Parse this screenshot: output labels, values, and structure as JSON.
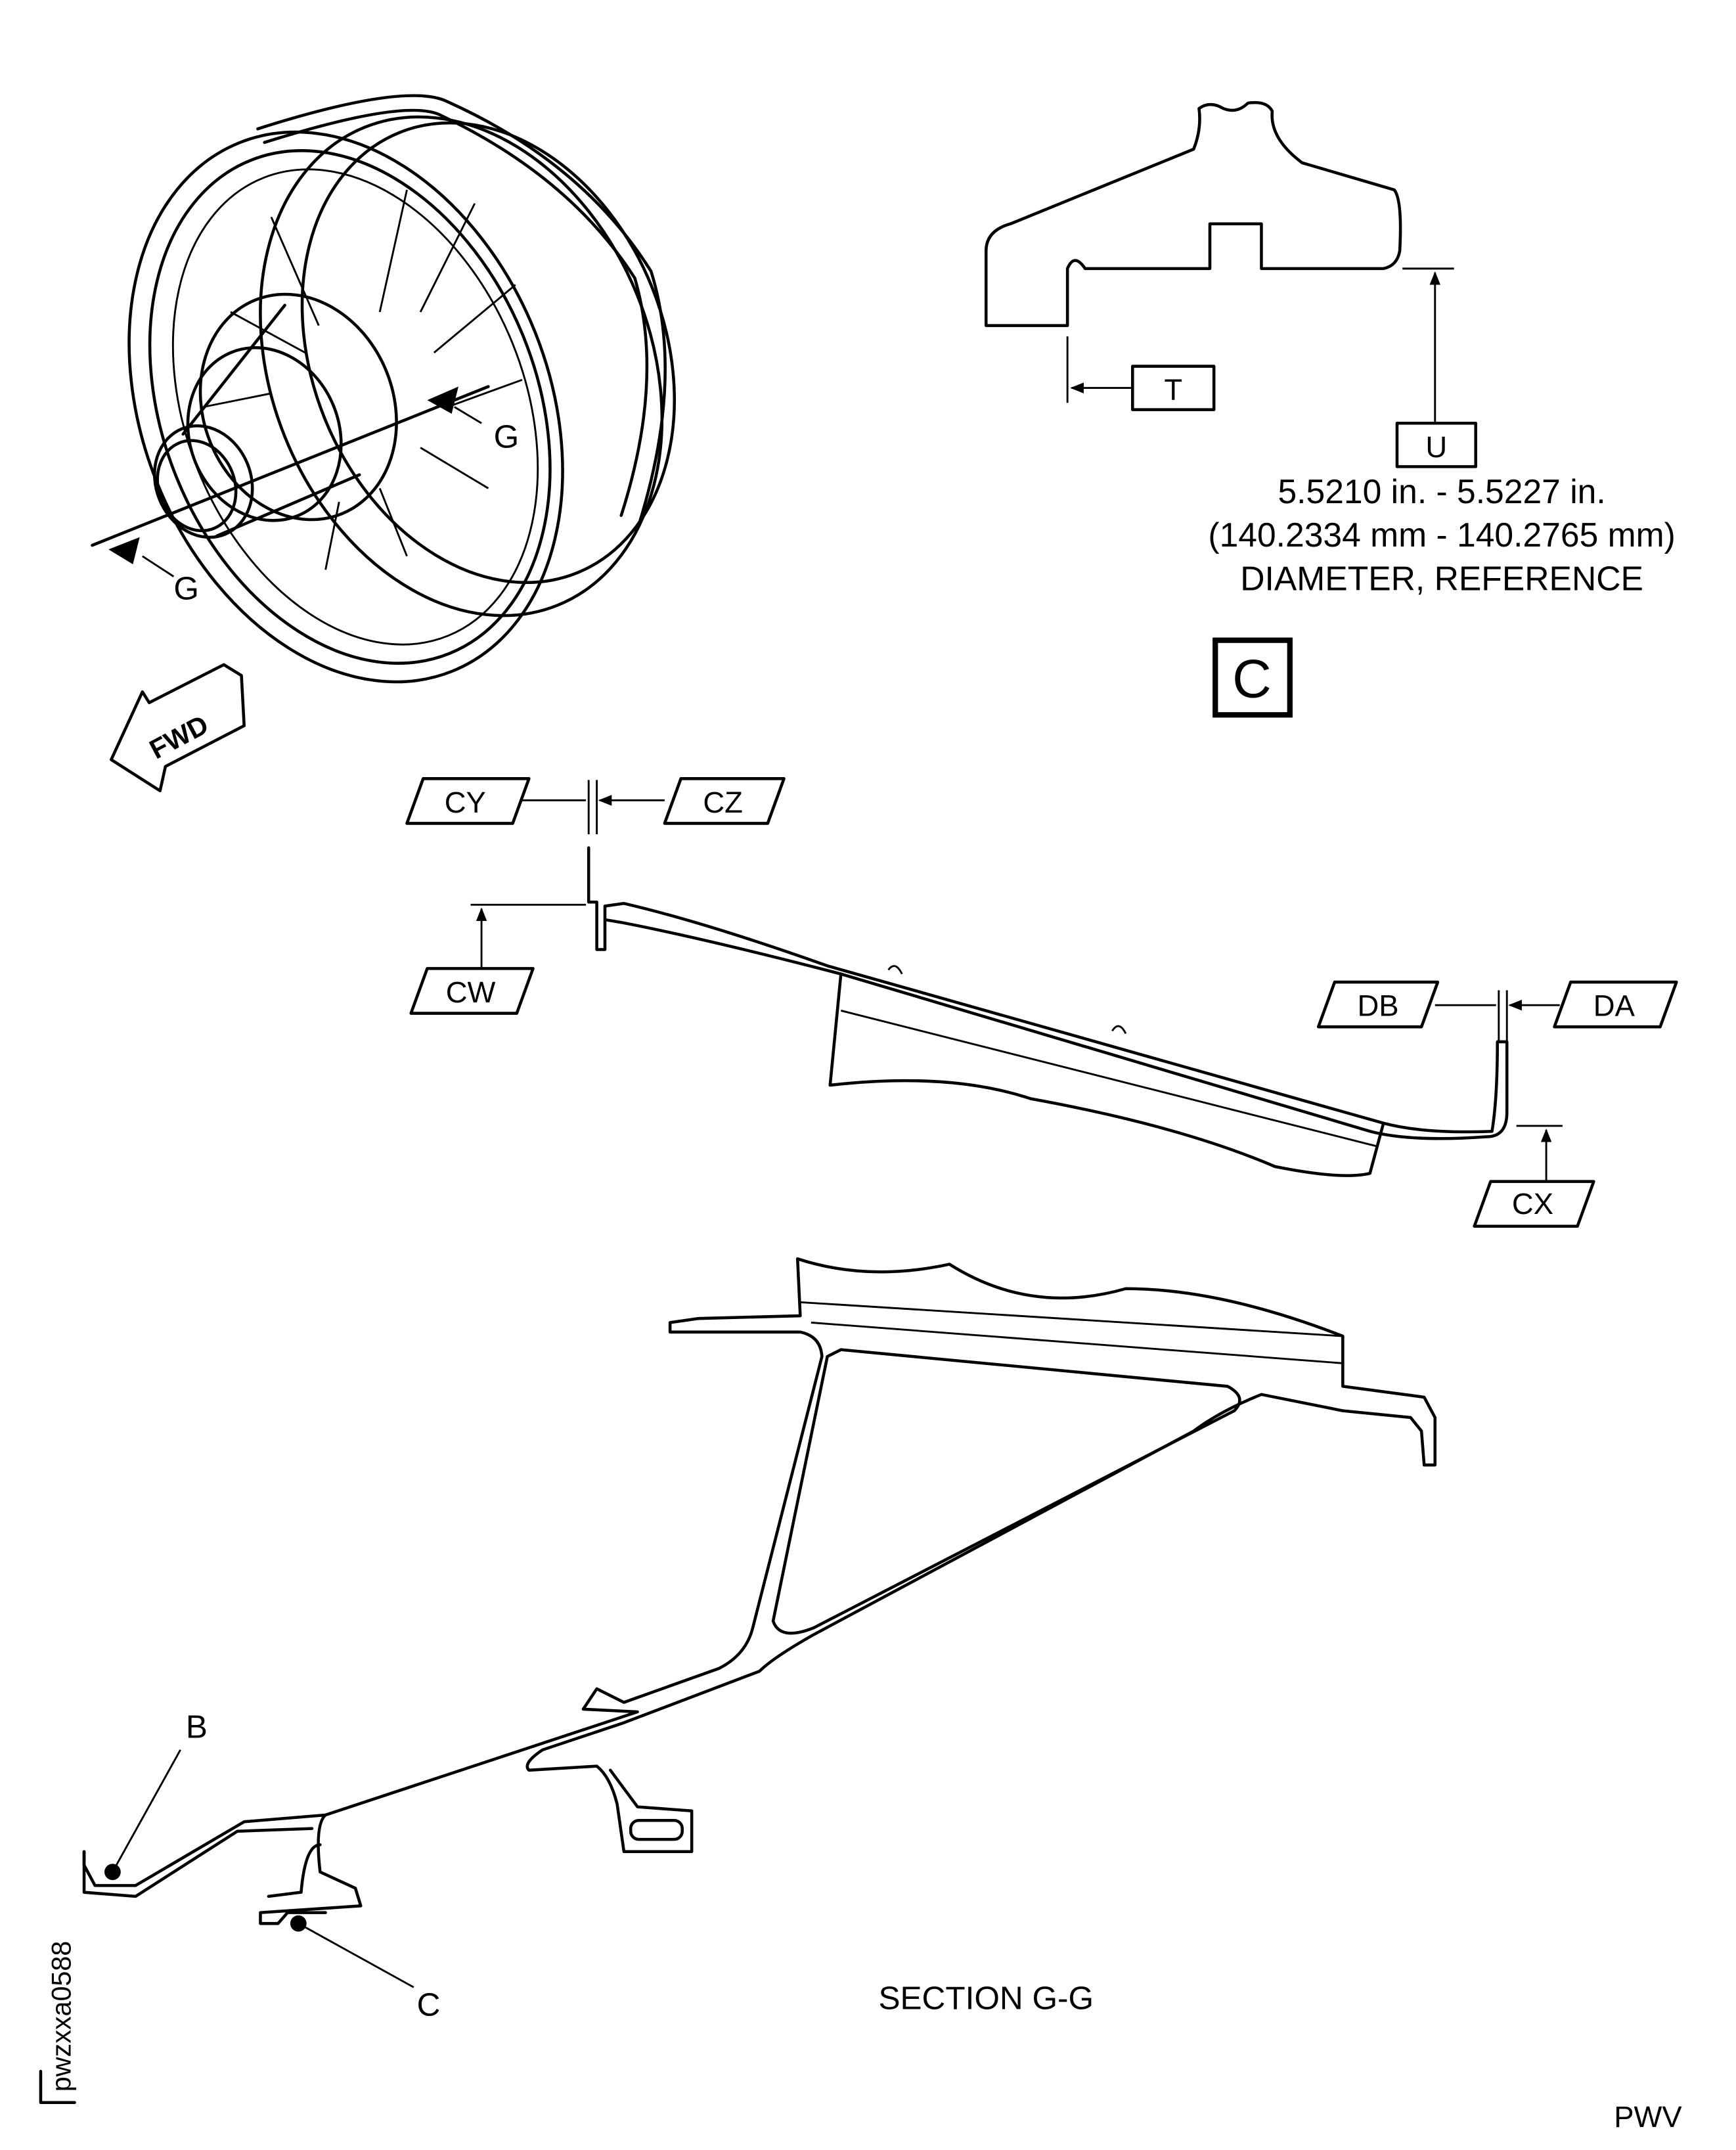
{
  "view_labels": {
    "section_arrow_1": "G",
    "section_arrow_2": "G",
    "forward": "FWD"
  },
  "detail_c": {
    "datum_t": "T",
    "datum_u": "U",
    "dimension_inch": "5.5210 in. - 5.5227 in.",
    "dimension_mm": "(140.2334 mm - 140.2765 mm)",
    "dimension_note": "DIAMETER, REFERENCE",
    "detail_letter": "C"
  },
  "flange_section": {
    "cy": "CY",
    "cz": "CZ",
    "cw": "CW",
    "db": "DB",
    "da": "DA",
    "cx": "CX"
  },
  "section_gg": {
    "title": "SECTION G-G",
    "callout_b": "B",
    "callout_c": "C"
  },
  "figure_id": "pwzxxa0588",
  "footer_code": "PWV",
  "colors": {
    "ink": "#000000",
    "background": "#ffffff"
  }
}
